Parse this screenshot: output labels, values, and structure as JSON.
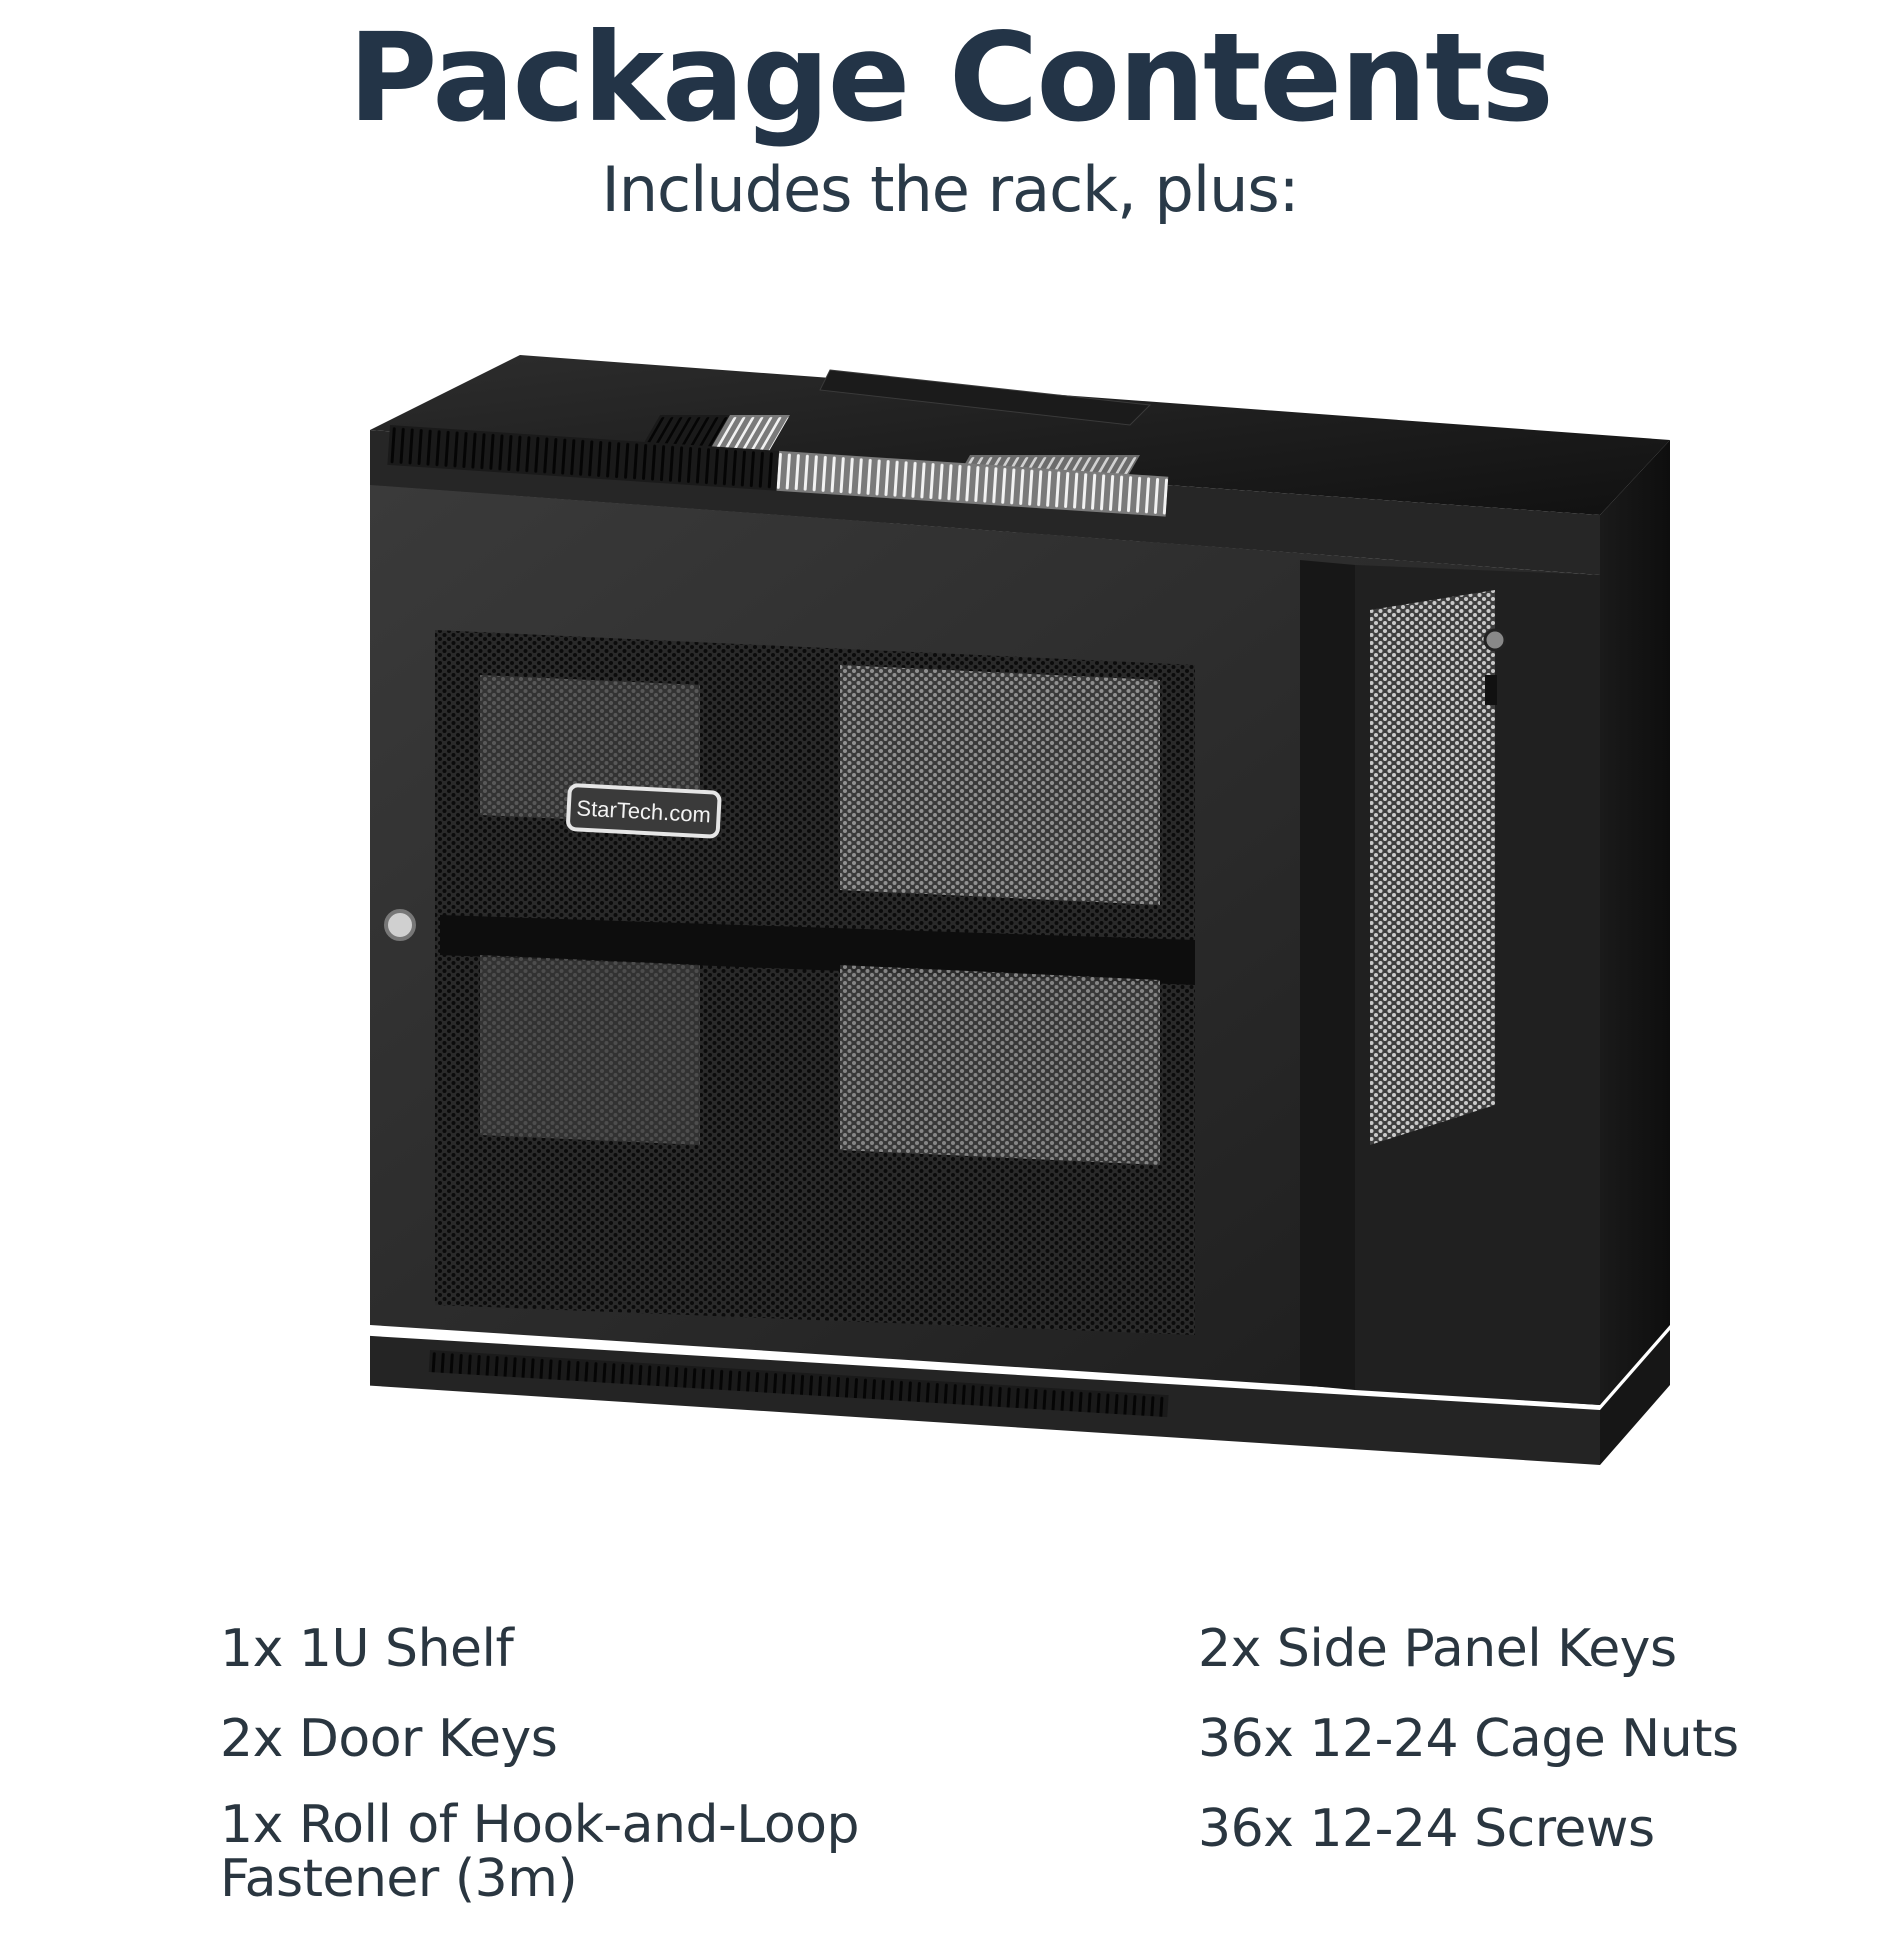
{
  "header": {
    "title": "Package Contents",
    "subtitle": "Includes the rack, plus:"
  },
  "product_image": {
    "alt": "Black wall-mount server rack cabinet with perforated mesh door and side panels, 1U shelf inside",
    "brand_badge": "StarTech.com"
  },
  "contents": {
    "left": [
      {
        "label": "1x 1U Shelf"
      },
      {
        "label": "2x Door Keys"
      },
      {
        "label": "1x Roll of Hook-and-Loop Fastener (3m)"
      }
    ],
    "right": [
      {
        "label": "2x Side Panel Keys"
      },
      {
        "label": "36x 12-24 Cage Nuts"
      },
      {
        "label": "36x 12-24 Screws"
      }
    ]
  },
  "colors": {
    "title": "#233447",
    "text": "#2a3640",
    "background": "#ffffff"
  }
}
